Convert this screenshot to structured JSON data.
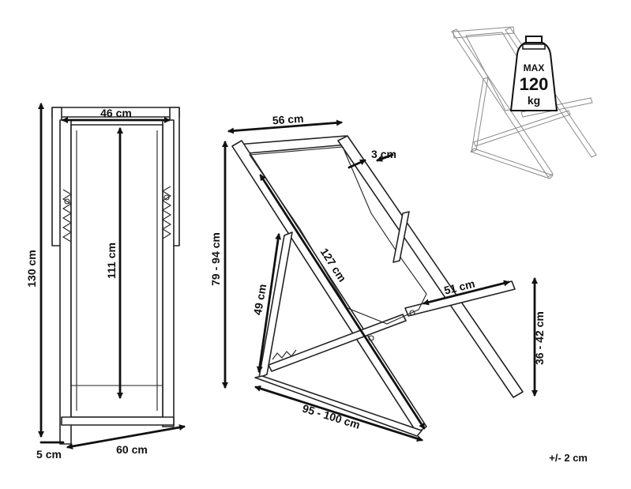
{
  "front_view": {
    "width_top": "46 cm",
    "height_inner": "111 cm",
    "height_total": "130 cm",
    "width_bottom": "60 cm",
    "depth": "5 cm"
  },
  "side_view": {
    "width_top": "56 cm",
    "frame_thickness": "3 cm",
    "diagonal": "127 cm",
    "height_total": "79 - 94 cm",
    "leg_length": "49 cm",
    "seat_width": "51 cm",
    "seat_height": "36 - 42 cm",
    "depth": "95 - 100 cm"
  },
  "max_load": {
    "max": "MAX",
    "value": "120",
    "unit": "kg"
  },
  "tolerance": "+/- 2 cm"
}
